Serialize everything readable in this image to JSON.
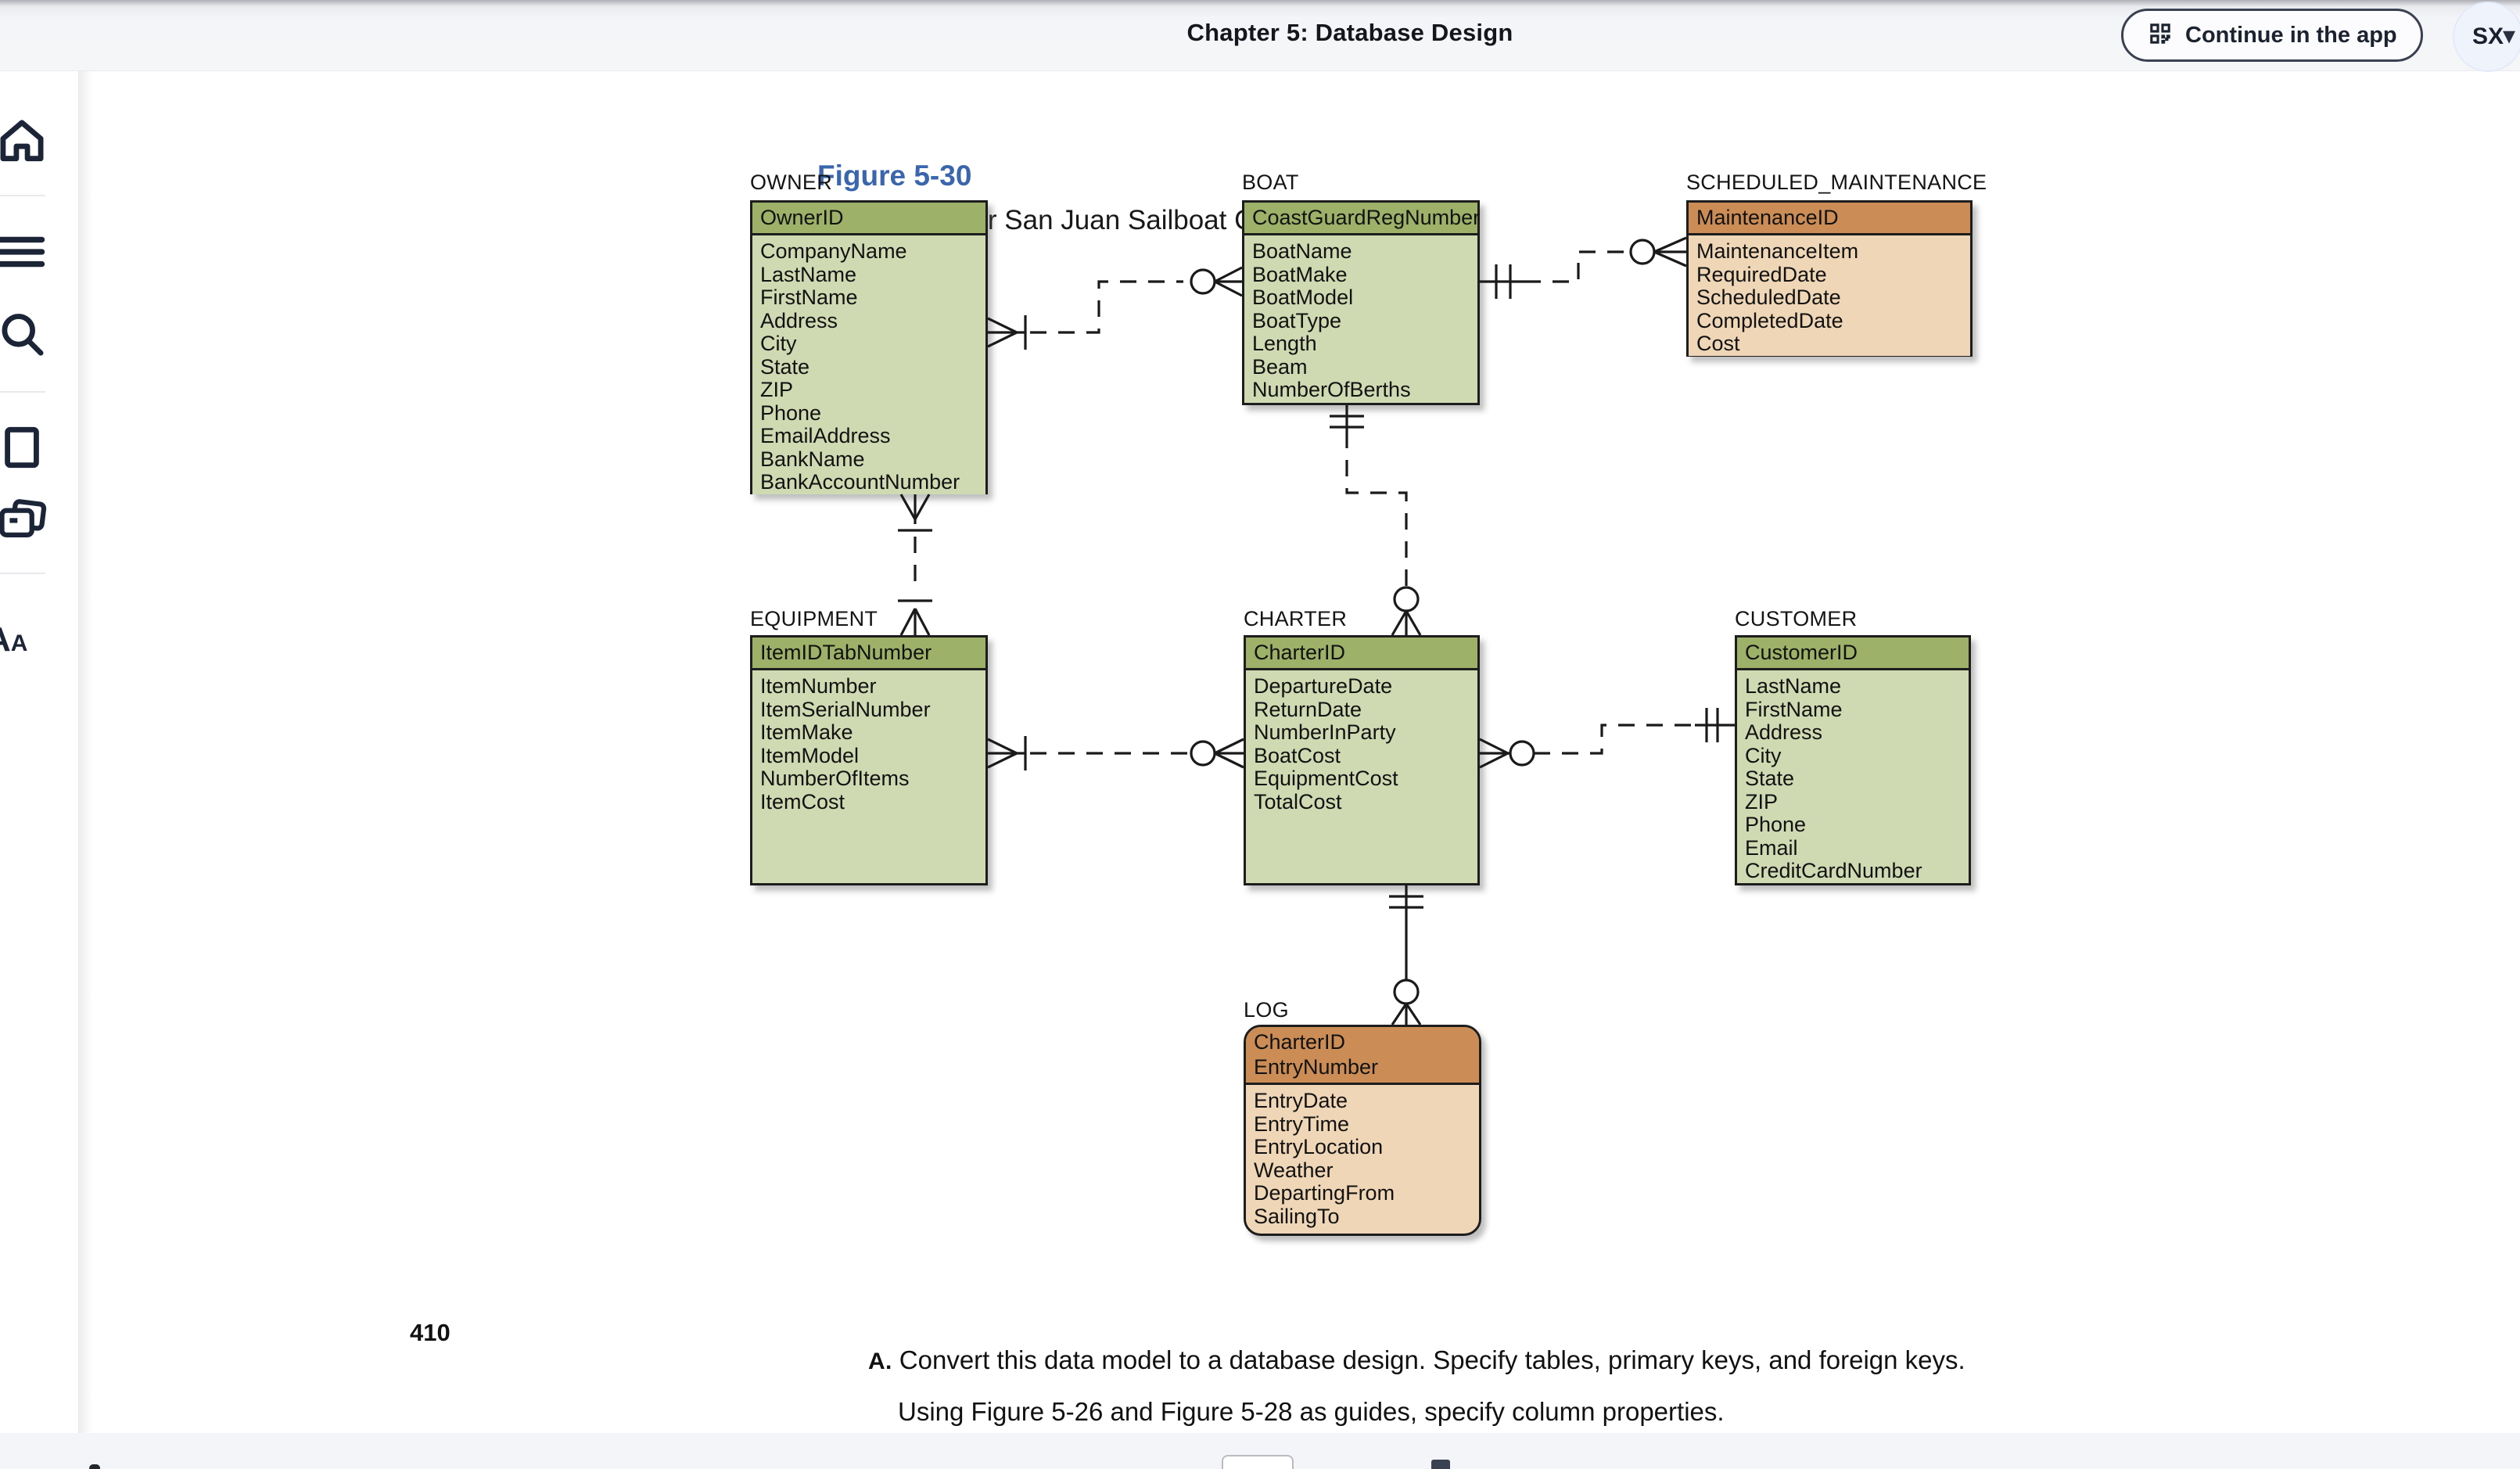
{
  "topbar": {
    "title": "Chapter 5: Database Design",
    "continue_label": "Continue in the app",
    "avatar_initials": "SX"
  },
  "sidebar": {
    "icons": [
      "home",
      "table-of-contents",
      "search",
      "page",
      "flashcards",
      "text-size"
    ],
    "text_size_big": "A",
    "text_size_small": "A"
  },
  "figure": {
    "label": "Figure 5-30",
    "caption": "Data Model for San Juan Sailboat Charters"
  },
  "diagram": {
    "entities": [
      {
        "name": "OWNER",
        "theme": "green",
        "pk": [
          "OwnerID"
        ],
        "attrs": [
          "CompanyName",
          "LastName",
          "FirstName",
          "Address",
          "City",
          "State",
          "ZIP",
          "Phone",
          "EmailAddress",
          "BankName",
          "BankAccountNumber"
        ]
      },
      {
        "name": "BOAT",
        "theme": "green",
        "pk": [
          "CoastGuardRegNumber"
        ],
        "attrs": [
          "BoatName",
          "BoatMake",
          "BoatModel",
          "BoatType",
          "Length",
          "Beam",
          "NumberOfBerths"
        ]
      },
      {
        "name": "SCHEDULED_MAINTENANCE",
        "theme": "orange",
        "pk": [
          "MaintenanceID"
        ],
        "attrs": [
          "MaintenanceItem",
          "RequiredDate",
          "ScheduledDate",
          "CompletedDate",
          "Cost"
        ]
      },
      {
        "name": "EQUIPMENT",
        "theme": "green",
        "pk": [
          "ItemIDTabNumber"
        ],
        "attrs": [
          "ItemNumber",
          "ItemSerialNumber",
          "ItemMake",
          "ItemModel",
          "NumberOfItems",
          "ItemCost"
        ]
      },
      {
        "name": "CHARTER",
        "theme": "green",
        "pk": [
          "CharterID"
        ],
        "attrs": [
          "DepartureDate",
          "ReturnDate",
          "NumberInParty",
          "BoatCost",
          "EquipmentCost",
          "TotalCost"
        ]
      },
      {
        "name": "CUSTOMER",
        "theme": "green",
        "pk": [
          "CustomerID"
        ],
        "attrs": [
          "LastName",
          "FirstName",
          "Address",
          "City",
          "State",
          "ZIP",
          "Phone",
          "Email",
          "CreditCardNumber"
        ]
      },
      {
        "name": "LOG",
        "theme": "orange",
        "rounded": true,
        "pk": [
          "CharterID",
          "EntryNumber"
        ],
        "attrs": [
          "EntryDate",
          "EntryTime",
          "EntryLocation",
          "Weather",
          "DepartingFrom",
          "SailingTo"
        ]
      }
    ],
    "relationships": [
      {
        "from": "OWNER",
        "to": "BOAT",
        "from_end": "many-mandatory",
        "to_end": "many-optional",
        "line": "dashed"
      },
      {
        "from": "BOAT",
        "to": "SCHEDULED_MAINTENANCE",
        "from_end": "one-mandatory",
        "to_end": "many-optional",
        "line": "dashed"
      },
      {
        "from": "BOAT",
        "to": "CHARTER",
        "from_end": "one-mandatory",
        "to_end": "many-optional",
        "line": "dashed"
      },
      {
        "from": "OWNER",
        "to": "EQUIPMENT",
        "from_end": "many-mandatory",
        "to_end": "many-mandatory",
        "line": "dashed"
      },
      {
        "from": "EQUIPMENT",
        "to": "CHARTER",
        "from_end": "many-mandatory",
        "to_end": "many-optional",
        "line": "dashed"
      },
      {
        "from": "CUSTOMER",
        "to": "CHARTER",
        "from_end": "one-mandatory",
        "to_end": "many-optional",
        "line": "dashed"
      },
      {
        "from": "CHARTER",
        "to": "LOG",
        "from_end": "one-mandatory",
        "to_end": "many-optional",
        "line": "solid"
      }
    ],
    "colors": {
      "green_header": "#9db168",
      "green_body": "#cfd9b2",
      "orange_header": "#cb8d55",
      "orange_body": "#eed6b6",
      "line": "#1a1a1a",
      "figure_label_blue": "#3a66ae"
    }
  },
  "exercise": {
    "page_number": "410",
    "item_label": "A.",
    "line1": "Convert this data model to a database design. Specify tables, primary keys, and foreign keys.",
    "line2": "Using Figure 5-26 and Figure 5-28 as guides, specify column properties."
  }
}
